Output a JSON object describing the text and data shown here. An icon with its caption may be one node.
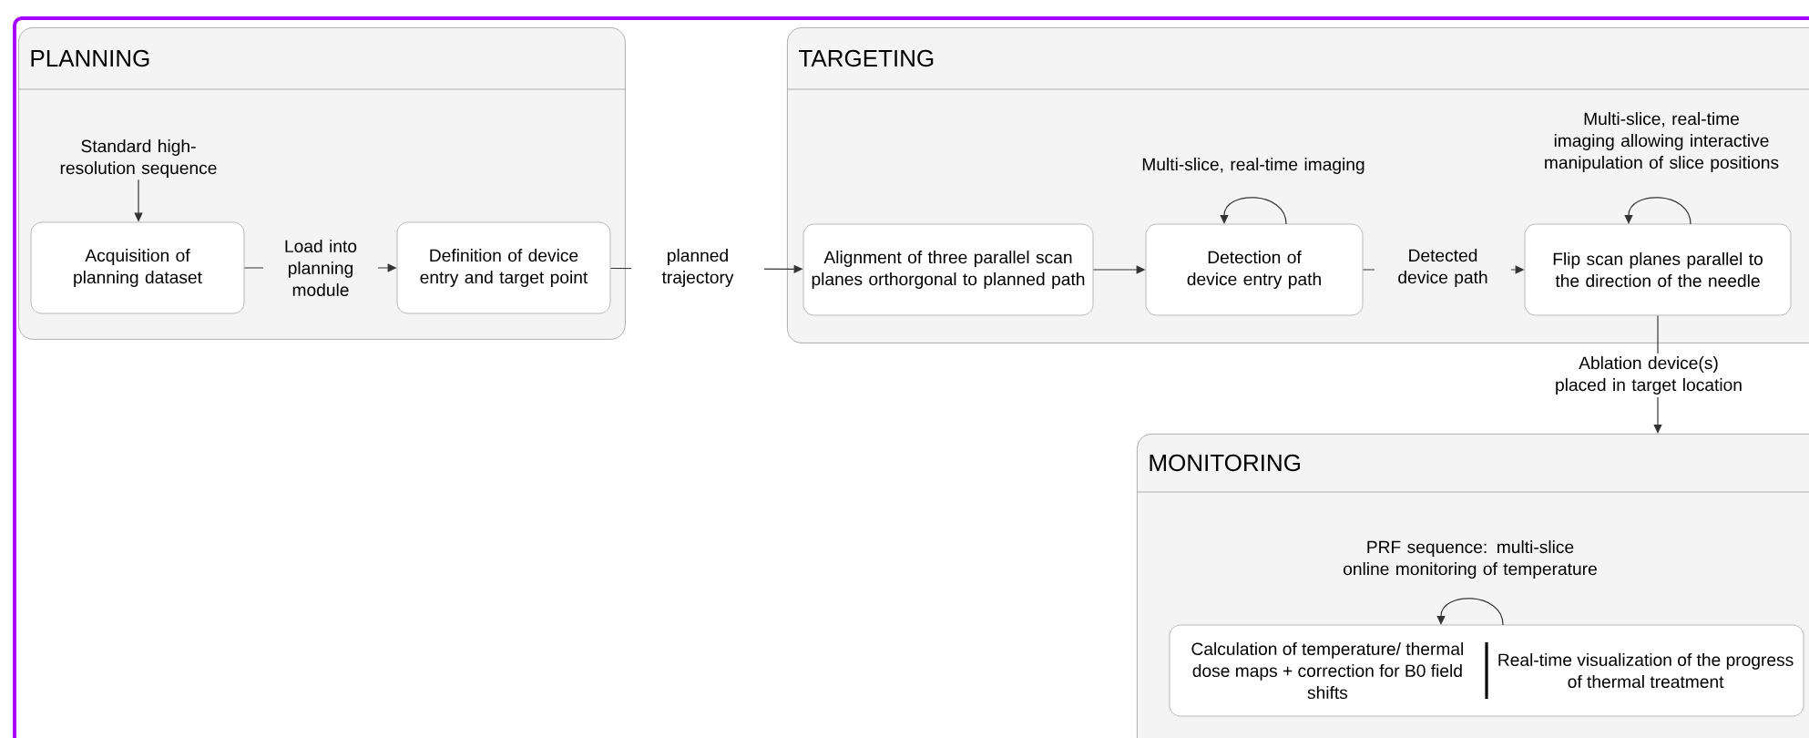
{
  "diagram": {
    "nodes": [
      {
        "text": [
          "PLANNING"
        ]
      },
      {
        "text": [
          "Acquisition of planning dataset"
        ],
        "in": 0
      },
      {
        "text": [
          "Definition of device entry and target point"
        ],
        "in": 0
      },
      {
        "text": [
          "TARGETING"
        ]
      },
      {
        "text": [
          "Alignment of three parallel scan planes orthorgonal to planned path"
        ],
        "in": 3
      },
      {
        "text": [
          "Detection of device entry path"
        ],
        "in": 3
      },
      {
        "text": [
          "Flip scan planes parallel to the direction of the needle"
        ],
        "in": 3
      },
      {
        "text": [
          "MONITORING"
        ]
      },
      {
        "text": [
          "Calculation of temperature/ thermal dose maps + correction for B0 field shifts",
          "Real-time visualization of the progress of thermal treatment"
        ],
        "in": 7
      },
      {
        "text": [
          "Standard high-resolution sequence"
        ],
        "in": 0
      }
    ],
    "edges": [
      {
        "from": 9,
        "to": 1,
        "arrow": "to"
      },
      {
        "from": 1,
        "to": 2,
        "arrow": "to",
        "label": "Load into planning module"
      },
      {
        "from": 2,
        "to": 4,
        "arrow": "to",
        "label": "planned trajectory"
      },
      {
        "from": 4,
        "to": 5,
        "arrow": "to"
      },
      {
        "from": 5,
        "to": 5,
        "arrow": "to",
        "label": "Multi-slice, real-time imaging"
      },
      {
        "from": 5,
        "to": 6,
        "arrow": "to",
        "label": "Detected device path"
      },
      {
        "from": 6,
        "to": 6,
        "arrow": "to",
        "label": "Multi-slice, real-time imaging allowing interactive manipulation of slice positions"
      },
      {
        "from": 6,
        "to": 7,
        "arrow": "to",
        "label": "Ablation device(s) placed in target location"
      },
      {
        "from": 8,
        "to": 8,
        "arrow": "to",
        "label": "PRF sequence: multi-slice online monitoring of temperature"
      }
    ]
  }
}
